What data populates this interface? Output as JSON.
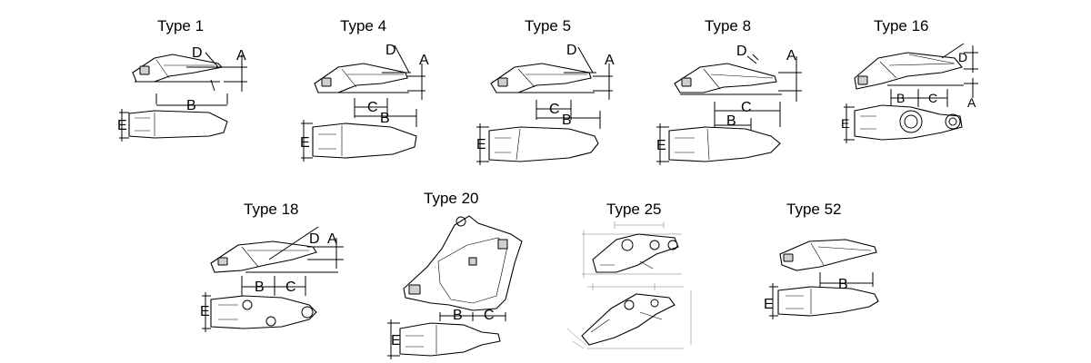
{
  "types": [
    {
      "id": "t1",
      "title": "Type 1",
      "labels": {
        "A": "A",
        "B": "B",
        "D": "D",
        "E": "E"
      }
    },
    {
      "id": "t4",
      "title": "Type 4",
      "labels": {
        "A": "A",
        "B": "B",
        "C": "C",
        "D": "D",
        "E": "E"
      }
    },
    {
      "id": "t5",
      "title": "Type 5",
      "labels": {
        "A": "A",
        "B": "B",
        "C": "C",
        "D": "D",
        "E": "E"
      }
    },
    {
      "id": "t8",
      "title": "Type 8",
      "labels": {
        "A": "A",
        "B": "B",
        "C": "C",
        "D": "D",
        "E": "E"
      }
    },
    {
      "id": "t16",
      "title": "Type 16",
      "labels": {
        "A": "A",
        "B": "B",
        "C": "C",
        "D": "D",
        "E": "E"
      }
    },
    {
      "id": "t18",
      "title": "Type 18",
      "labels": {
        "A": "A",
        "B": "B",
        "C": "C",
        "D": "D",
        "E": "E"
      }
    },
    {
      "id": "t20",
      "title": "Type 20",
      "labels": {
        "B": "B",
        "C": "C",
        "E": "E"
      }
    },
    {
      "id": "t25",
      "title": "Type 25",
      "labels": {}
    },
    {
      "id": "t52",
      "title": "Type 52",
      "labels": {
        "B": "B",
        "E": "E"
      }
    }
  ]
}
